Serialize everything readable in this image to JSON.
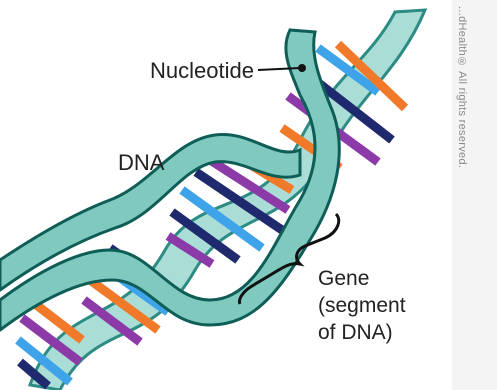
{
  "labels": {
    "nucleotide": "Nucleotide",
    "dna": "DNA",
    "gene_line1": "Gene",
    "gene_line2": "(segment",
    "gene_line3": "of DNA)"
  },
  "copyright": "...dHealth® All rights reserved.",
  "colors": {
    "strand_fill": "#8fd0c8",
    "strand_dark": "#1a7d74",
    "strand_edge": "#0e5d57",
    "base_pair_colors": [
      "#1f2a6e",
      "#3ea3e8",
      "#8b3aa8",
      "#f07a2a"
    ]
  }
}
